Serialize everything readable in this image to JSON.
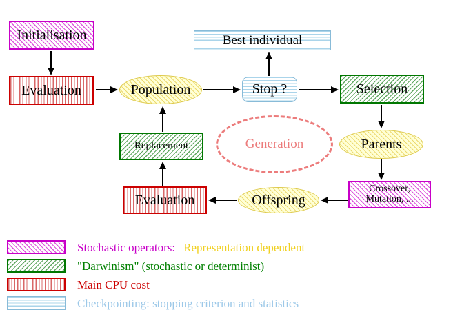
{
  "nodes": {
    "initialisation": {
      "label": "Initialisation",
      "style": "stochastic-operator"
    },
    "evaluation_top": {
      "label": "Evaluation",
      "style": "main-cpu-cost"
    },
    "population": {
      "label": "Population",
      "style": "data-ellipse"
    },
    "stop": {
      "label": "Stop ?",
      "style": "checkpointing"
    },
    "best_individual": {
      "label": "Best individual",
      "style": "checkpointing"
    },
    "selection": {
      "label": "Selection",
      "style": "darwinism"
    },
    "parents": {
      "label": "Parents",
      "style": "data-ellipse"
    },
    "crossover": {
      "line1": "Crossover,",
      "line2": "Mutation, ...",
      "style": "stochastic-operator"
    },
    "offspring": {
      "label": "Offspring",
      "style": "data-ellipse"
    },
    "evaluation_bottom": {
      "label": "Evaluation",
      "style": "main-cpu-cost"
    },
    "replacement": {
      "label": "Replacement",
      "style": "darwinism"
    },
    "generation": {
      "label": "Generation",
      "style": "dashed-cycle"
    }
  },
  "legend": {
    "rows": [
      {
        "swatch": "magenta-diagonal-hatch",
        "label": "Stochastic operators:",
        "label2": "Representation dependent"
      },
      {
        "swatch": "green-diagonal-hatch",
        "label": "\"Darwinism\" (stochastic or determinist)",
        "label2": ""
      },
      {
        "swatch": "red-vertical-hatch",
        "label": "Main CPU cost",
        "label2": ""
      },
      {
        "swatch": "cyan-horizontal-hatch",
        "label": "Checkpointing: stopping criterion and statistics",
        "label2": ""
      }
    ]
  },
  "colors": {
    "magenta": "#c800c8",
    "red": "#cc0000",
    "green": "#007700",
    "cyan_border": "#88bbd8",
    "cyan_text": "#9cc8e8",
    "yellow_border": "#ddc94a",
    "yellow_fill": "#ffffd6",
    "salmon": "#ec7c7c",
    "gold_text": "#f0d020",
    "arrow": "#000000"
  }
}
